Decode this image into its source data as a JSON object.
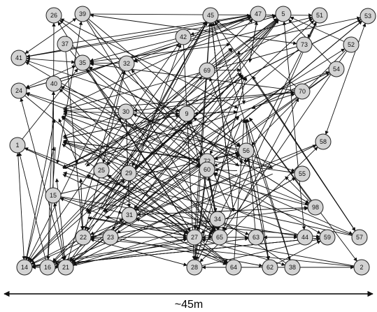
{
  "scale": {
    "label": "~45m"
  },
  "nodes": [
    {
      "id": "26"
    },
    {
      "id": "39"
    },
    {
      "id": "45"
    },
    {
      "id": "47"
    },
    {
      "id": "5"
    },
    {
      "id": "51"
    },
    {
      "id": "53"
    },
    {
      "id": "37"
    },
    {
      "id": "42"
    },
    {
      "id": "73"
    },
    {
      "id": "52"
    },
    {
      "id": "41"
    },
    {
      "id": "35"
    },
    {
      "id": "32"
    },
    {
      "id": "54"
    },
    {
      "id": "40"
    },
    {
      "id": "24"
    },
    {
      "id": "69"
    },
    {
      "id": "70"
    },
    {
      "id": "30"
    },
    {
      "id": "9"
    },
    {
      "id": "58"
    },
    {
      "id": "1"
    },
    {
      "id": "56"
    },
    {
      "id": "72"
    },
    {
      "id": "60"
    },
    {
      "id": "25"
    },
    {
      "id": "29"
    },
    {
      "id": "55"
    },
    {
      "id": "98"
    },
    {
      "id": "62"
    },
    {
      "id": "31"
    },
    {
      "id": "22"
    },
    {
      "id": "23"
    },
    {
      "id": "27"
    },
    {
      "id": "65"
    },
    {
      "id": "63"
    },
    {
      "id": "34"
    },
    {
      "id": "44"
    },
    {
      "id": "59"
    },
    {
      "id": "57"
    },
    {
      "id": "14"
    },
    {
      "id": "16"
    },
    {
      "id": "21"
    },
    {
      "id": "28"
    },
    {
      "id": "64"
    },
    {
      "id": "38"
    },
    {
      "id": "2"
    },
    {
      "id": "15"
    }
  ]
}
